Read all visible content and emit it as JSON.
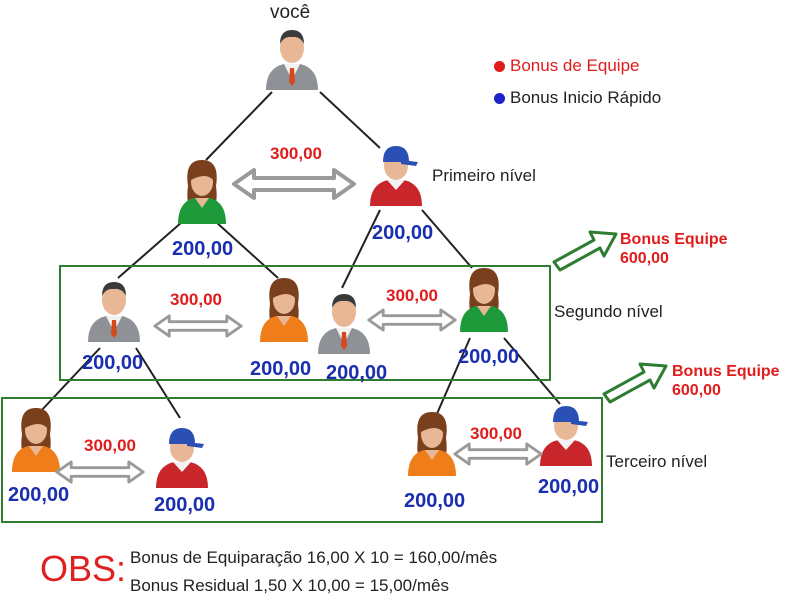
{
  "top_label": "você",
  "legend": [
    {
      "text": "Bonus de Equipe",
      "color": "#e01c1c"
    },
    {
      "text": "Bonus Inicio Rápido",
      "color": "#1a22c8"
    }
  ],
  "levels": {
    "first": "Primeiro nível",
    "second": "Segundo nível",
    "third": "Terceiro nível"
  },
  "pair_value": "300,00",
  "member_value": "200,00",
  "team_bonus": {
    "line1": "Bonus Equipe",
    "line2": "600,00"
  },
  "obs": {
    "label": "OBS:",
    "lines": [
      "Bonus de Equiparação 16,00 X 10 = 160,00/mês",
      "Bonus Residual 1,50 X 10,00 = 15,00/mês"
    ]
  },
  "colors": {
    "blue_value": "#1a2fb0",
    "red_value": "#e01c1c",
    "box_border": "#2e7d32",
    "arrow_green": "#2e7d32",
    "double_arrow": "#9a9a9a"
  },
  "icons": {
    "man_suit": "man-suit-icon",
    "woman_green": "woman-green-icon",
    "woman_orange": "woman-orange-icon",
    "man_cap": "man-cap-icon"
  }
}
